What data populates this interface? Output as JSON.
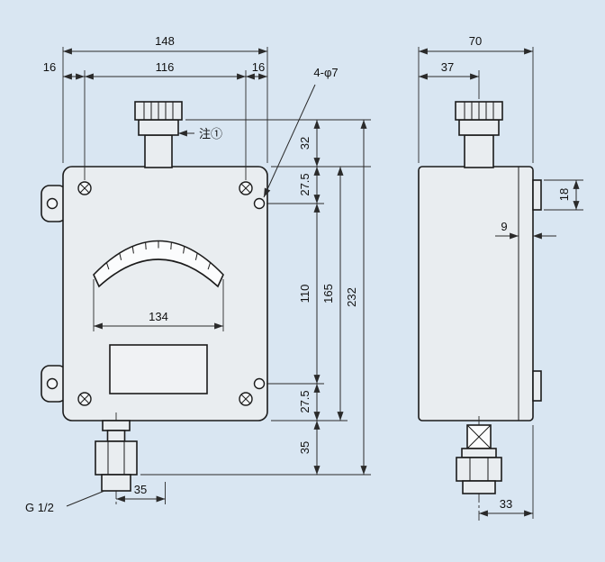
{
  "drawing": {
    "front_view": {
      "dims": {
        "overall_width": "148",
        "hole_span": "116",
        "edge_left": "16",
        "edge_right": "16",
        "holes_label": "4-φ7",
        "connector_height": "32",
        "hole_top_offset": "27.5",
        "hole_spacing": "110",
        "body_height": "165",
        "overall_height": "232",
        "hole_bottom_offset": "27.5",
        "fitting_length": "35",
        "meter_width": "134",
        "port_offset": "35",
        "thread": "G 1/2"
      },
      "note": "注①"
    },
    "side_view": {
      "dims": {
        "overall_depth": "70",
        "connector_offset": "37",
        "bump_height": "18",
        "cover_depth": "9",
        "port_offset": "33"
      }
    },
    "colors": {
      "background": "#d9e6f2",
      "body_fill": "#e9edf0",
      "line": "#1b1b1b"
    }
  }
}
